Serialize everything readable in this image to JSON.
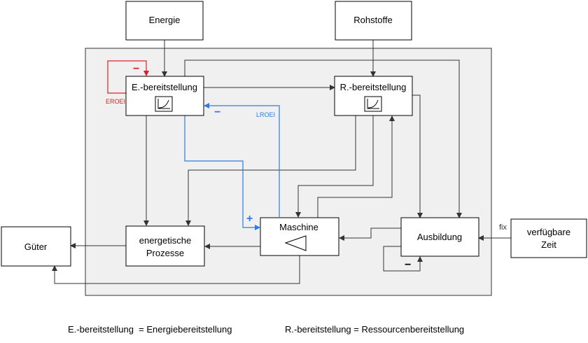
{
  "diagram": {
    "inputs": {
      "energy": "Energie",
      "raw_materials": "Rohstoffe",
      "available_time": "verfügbare\nZeit"
    },
    "outputs": {
      "goods": "Güter"
    },
    "blocks": {
      "energy_supply": "E.-bereitstellung",
      "resource_supply": "R.-bereitstellung",
      "energetic_processes": "energetische\nProzesse",
      "machine": "Maschine",
      "training": "Ausbildung"
    },
    "annotations": {
      "eroei": "EROEI",
      "lroei": "LROEI",
      "fix": "fix",
      "minus": "−",
      "plus": "+",
      "minus_training": "−"
    },
    "legend": {
      "e_supply": "E.-bereitstellung  = Energiebereitstellung",
      "r_supply": "R.-bereitstellung = Ressourcenbereitstellung"
    },
    "colors": {
      "eroei": "#e02020",
      "lroei": "#2a7de1",
      "line": "#333333",
      "panel": "#f0f0f0"
    }
  }
}
